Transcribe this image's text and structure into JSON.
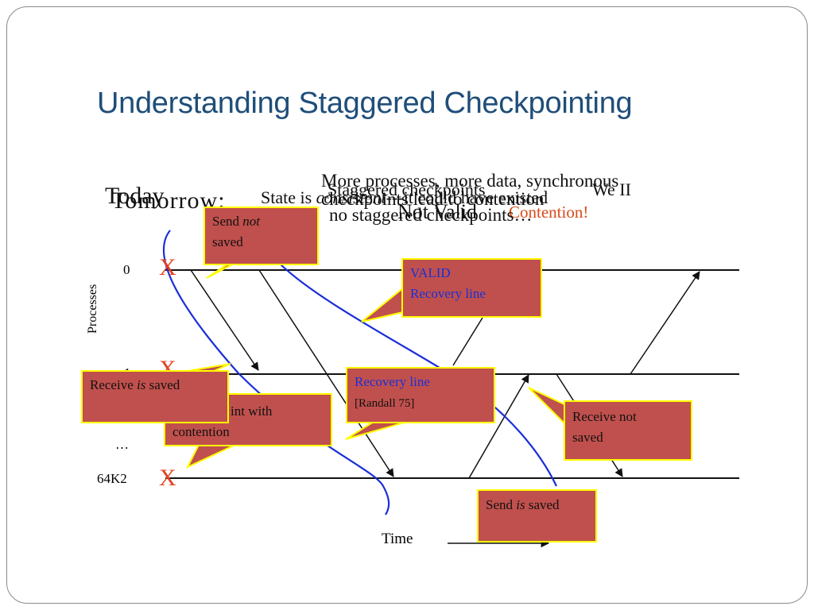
{
  "slide": {
    "title": "Understanding Staggered Checkpointing"
  },
  "overlapping_text": {
    "line_a": "More processes, more data, synchronous",
    "line_b": "checkpoints lead to contention",
    "line_c": "Staggered checkpoints",
    "line_d": "no staggered checkpoints…",
    "line_e": "Not Valid",
    "line_f": "Contention!",
    "line_g": "We II"
  },
  "labels": {
    "today": "Today",
    "tomorrow": "Tomorrow:",
    "state_prefix": "State is ",
    "state_italic": "consistent",
    "state_suffix": "---it could have existed",
    "time": "Time",
    "axis": "Processes"
  },
  "processes": {
    "p0": "0",
    "p1": "1",
    "dots": "…",
    "last": "64K2"
  },
  "marks": {
    "x0": "X",
    "x1": "X",
    "x_last": "X"
  },
  "callouts": {
    "send_not_saved": {
      "line1": "Send ",
      "italic": "not",
      "line2": "saved"
    },
    "valid_recovery": {
      "line1": "VALID",
      "line2": "Recovery line"
    },
    "receive_is_saved": {
      "prefix": "Receive ",
      "italic": "is",
      "suffix": " saved"
    },
    "checkpoint_contention": {
      "line1": "int with",
      "line2": "contention"
    },
    "recovery_line": {
      "line1": "Recovery line",
      "citation": "[Randall 75]"
    },
    "receive_not_saved": {
      "line1": "Receive not",
      "line2": "saved"
    },
    "send_is_saved": {
      "prefix": "Send ",
      "italic": "is",
      "suffix": " saved"
    }
  },
  "colors": {
    "title": "#1f4e79",
    "callout_fill": "#c0504d",
    "callout_border": "#ffff00",
    "x_mark": "#e3401e",
    "recovery_curve": "#1a2fd8"
  }
}
